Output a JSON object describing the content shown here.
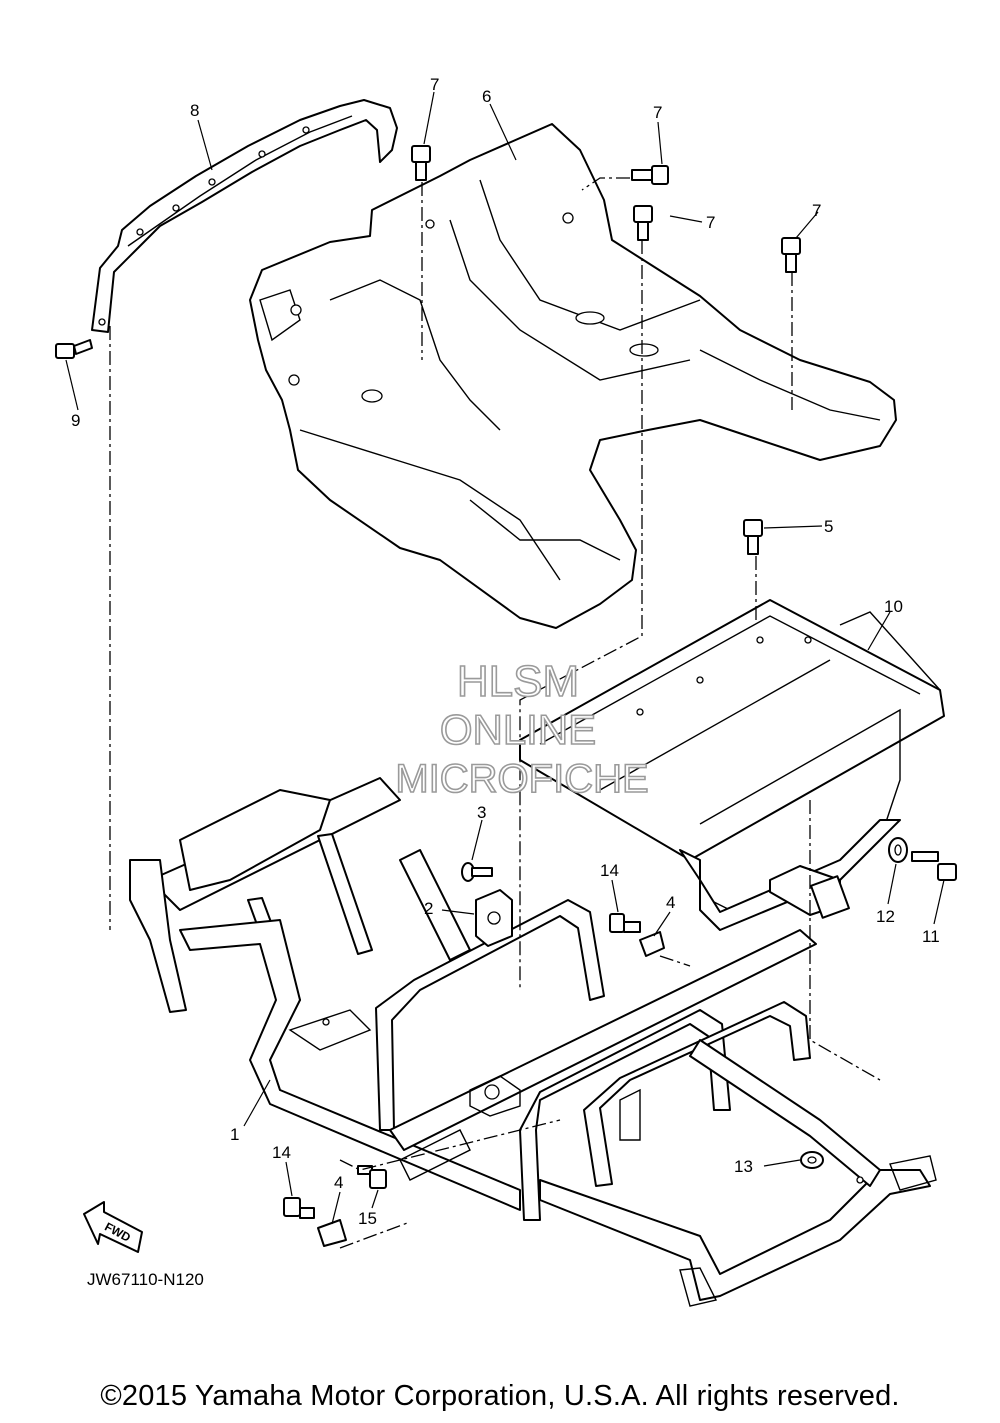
{
  "watermark": {
    "line1": "HLSM",
    "line2": "ONLINE",
    "line3": "MICROFICHE"
  },
  "fwd_label": "FWD",
  "diagram_code": "JW67110-N120",
  "copyright": "©2015 Yamaha Motor Corporation, U.S.A. All rights reserved.",
  "callouts": {
    "c1": "1",
    "c2": "2",
    "c3": "3",
    "c4a": "4",
    "c4b": "4",
    "c5": "5",
    "c6": "6",
    "c7a": "7",
    "c7b": "7",
    "c7c": "7",
    "c7d": "7",
    "c8": "8",
    "c9": "9",
    "c10": "10",
    "c11": "11",
    "c12": "12",
    "c13": "13",
    "c14a": "14",
    "c14b": "14",
    "c15": "15"
  }
}
